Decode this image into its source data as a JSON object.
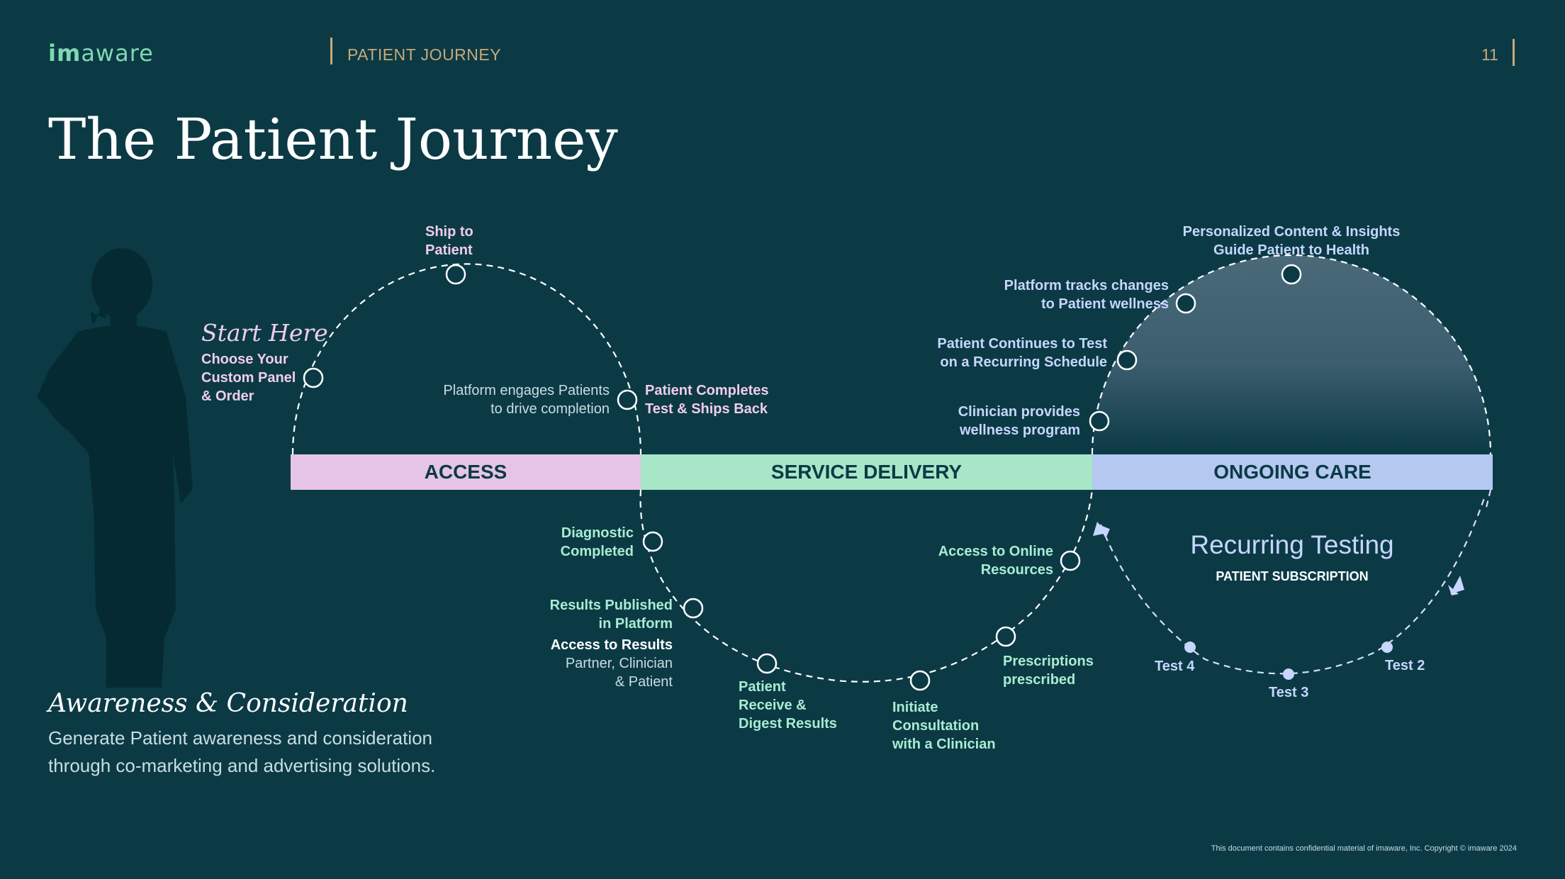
{
  "header": {
    "logo_bold": "im",
    "logo_rest": "aware",
    "section": "PATIENT JOURNEY",
    "page_number": "11"
  },
  "title": "The Patient Journey",
  "bands": {
    "access": "ACCESS",
    "service": "SERVICE DELIVERY",
    "ongoing": "ONGOING CARE"
  },
  "colors": {
    "background": "#0b3a45",
    "access": "#e6c4e8",
    "service": "#a8e6c8",
    "ongoing": "#b4c8f0",
    "accent": "#c9a978"
  },
  "start": {
    "heading": "Start Here",
    "text": "Choose Your\nCustom Panel\n& Order"
  },
  "steps": {
    "ship": "Ship to\nPatient",
    "engage": "Platform engages Patients\nto drive completion",
    "completes": "Patient Completes\nTest & Ships Back",
    "diagnostic": "Diagnostic\nCompleted",
    "results_published": "Results Published\nin Platform",
    "access_results_title": "Access to Results",
    "access_results_detail": "Partner, Clinician\n& Patient",
    "receive": "Patient\nReceive &\nDigest Results",
    "consult": "Initiate\nConsultation\nwith a Clinician",
    "prescriptions": "Prescriptions\nprescribed",
    "online": "Access to Online\nResources",
    "clinician": "Clinician provides\nwellness program",
    "continues": "Patient Continues to Test\non a Recurring Schedule",
    "tracks": "Platform tracks changes\nto Patient wellness",
    "personalized": "Personalized Content & Insights\nGuide Patient to Health"
  },
  "recurring": {
    "title": "Recurring Testing",
    "subtitle": "PATIENT SUBSCRIPTION",
    "tests": [
      "Test 4",
      "Test 3",
      "Test 2"
    ]
  },
  "awareness": {
    "title": "Awareness & Consideration",
    "body": "Generate Patient awareness and consideration\nthrough co-marketing and advertising solutions."
  },
  "footer": "This document contains confidential material of imaware, Inc. Copyright © imaware 2024"
}
